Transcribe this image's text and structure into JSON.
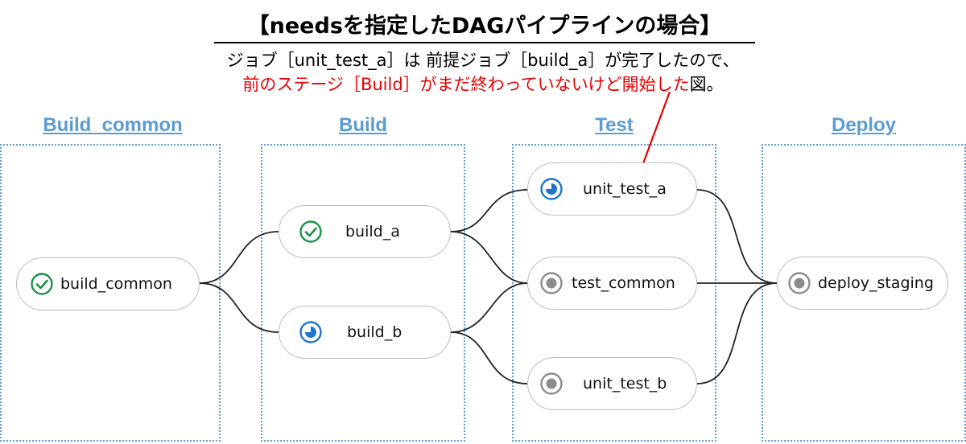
{
  "title": "【needsを指定したDAGパイプラインの場合】",
  "description": {
    "line1": "ジョブ［unit_test_a］は 前提ジョブ［build_a］が完了したので、",
    "line2_red": "前のステージ［Build］がまだ終わっていないけど開始した",
    "line2_black": "図。"
  },
  "colors": {
    "stage_label": "#5b9bd5",
    "stage_border": "#5b9bd5",
    "success": "#1a9148",
    "running": "#1f75cb",
    "created": "#8c8c8c",
    "annotation": "#e60000"
  },
  "stages": [
    {
      "label": "Build_common",
      "jobs": [
        {
          "name": "build_common",
          "status": "success",
          "icon": "check-circle-icon"
        }
      ]
    },
    {
      "label": "Build",
      "jobs": [
        {
          "name": "build_a",
          "status": "success",
          "icon": "check-circle-icon"
        },
        {
          "name": "build_b",
          "status": "running",
          "icon": "running-icon"
        }
      ]
    },
    {
      "label": "Test",
      "jobs": [
        {
          "name": "unit_test_a",
          "status": "running",
          "icon": "running-icon"
        },
        {
          "name": "test_common",
          "status": "created",
          "icon": "created-icon"
        },
        {
          "name": "unit_test_b",
          "status": "created",
          "icon": "created-icon"
        }
      ]
    },
    {
      "label": "Deploy",
      "jobs": [
        {
          "name": "deploy_staging",
          "status": "created",
          "icon": "created-icon"
        }
      ]
    }
  ]
}
